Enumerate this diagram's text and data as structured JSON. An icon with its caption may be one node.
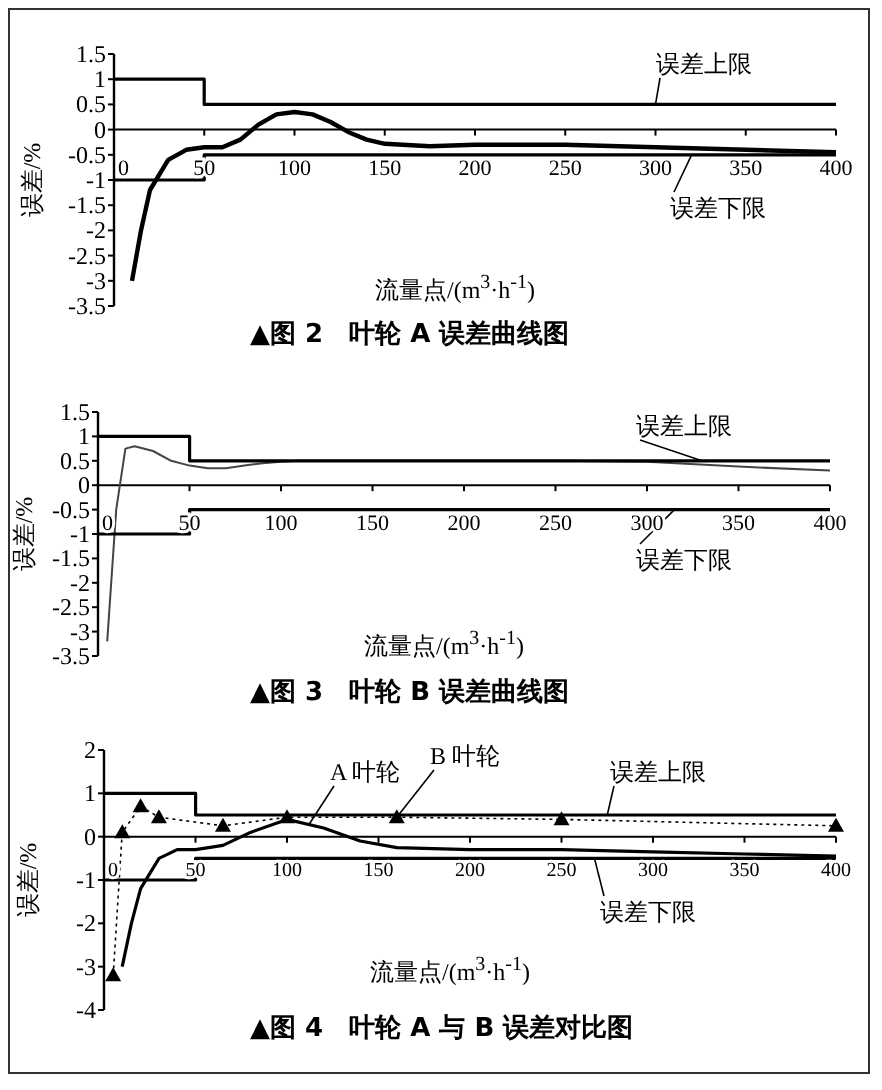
{
  "diagram": {
    "chart_data": [
      {
        "type": "line",
        "title": "▲图 2　叶轮 A 误差曲线图",
        "xlabel": "流量点/(m$^{3}$·h$^{-1}$)",
        "ylabel": "误差/%",
        "xlim": [
          0,
          400
        ],
        "ylim": [
          -3.5,
          1.5
        ],
        "xticks": [
          0,
          50,
          100,
          150,
          200,
          250,
          300,
          350,
          400
        ],
        "yticks": [
          -3.5,
          -3,
          -2.5,
          -2,
          -1.5,
          -1,
          -0.5,
          0,
          0.5,
          1,
          1.5
        ],
        "x": [
          0,
          5,
          10,
          15,
          20,
          30,
          40,
          50,
          50,
          60,
          70,
          80,
          90,
          100,
          110,
          120,
          130,
          140,
          150,
          175,
          200,
          250,
          300,
          350,
          400
        ],
        "series": [
          {
            "color": "#000000",
            "values": [
              null,
              null,
              -3,
              -2,
              -1.2,
              -0.6,
              -0.4,
              -0.35,
              -0.35,
              -0.35,
              -0.2,
              0.1,
              0.3,
              0.35,
              0.3,
              0.15,
              -0.05,
              -0.2,
              -0.28,
              -0.33,
              -0.3,
              -0.3,
              -0.35,
              -0.4,
              -0.45
            ]
          },
          {
            "name": "误差上限",
            "color": "#000000",
            "values": [
              1,
              1,
              1,
              1,
              1,
              1,
              1,
              1,
              0.5,
              0.5,
              0.5,
              0.5,
              0.5,
              0.5,
              0.5,
              0.5,
              0.5,
              0.5,
              0.5,
              0.5,
              0.5,
              0.5,
              0.5,
              0.5,
              0.5
            ]
          },
          {
            "name": "误差下限",
            "color": "#000000",
            "values": [
              -1,
              -1,
              -1,
              -1,
              -1,
              -1,
              -1,
              -1,
              -0.5,
              -0.5,
              -0.5,
              -0.5,
              -0.5,
              -0.5,
              -0.5,
              -0.5,
              -0.5,
              -0.5,
              -0.5,
              -0.5,
              -0.5,
              -0.5,
              -0.5,
              -0.5,
              -0.5
            ]
          }
        ]
      },
      {
        "type": "line",
        "title": "▲图 3　叶轮 B 误差曲线图",
        "xlabel": "流量点/(m$^{3}$·h$^{-1}$)",
        "ylabel": "误差/%",
        "xlim": [
          0,
          400
        ],
        "ylim": [
          -3.5,
          1.5
        ],
        "xticks": [
          0,
          50,
          100,
          150,
          200,
          250,
          300,
          350,
          400
        ],
        "yticks": [
          -3.5,
          -3,
          -2.5,
          -2,
          -1.5,
          -1,
          -0.5,
          0,
          0.5,
          1,
          1.5
        ],
        "x": [
          0,
          5,
          10,
          15,
          20,
          30,
          40,
          50,
          50,
          60,
          70,
          80,
          90,
          100,
          110,
          120,
          130,
          140,
          150,
          175,
          200,
          250,
          300,
          350,
          400
        ],
        "series": [
          {
            "color": "#444444",
            "values": [
              null,
              -3.2,
              -0.5,
              0.75,
              0.8,
              0.7,
              0.5,
              0.4,
              0.4,
              0.35,
              0.35,
              0.4,
              0.45,
              0.48,
              0.5,
              0.5,
              0.5,
              0.5,
              0.5,
              0.5,
              0.5,
              0.5,
              0.48,
              0.38,
              0.3
            ]
          },
          {
            "name": "误差上限",
            "color": "#000000",
            "values": [
              1,
              1,
              1,
              1,
              1,
              1,
              1,
              1,
              0.5,
              0.5,
              0.5,
              0.5,
              0.5,
              0.5,
              0.5,
              0.5,
              0.5,
              0.5,
              0.5,
              0.5,
              0.5,
              0.5,
              0.5,
              0.5,
              0.5
            ]
          },
          {
            "name": "误差下限",
            "color": "#000000",
            "values": [
              -1,
              -1,
              -1,
              -1,
              -1,
              -1,
              -1,
              -1,
              -0.5,
              -0.5,
              -0.5,
              -0.5,
              -0.5,
              -0.5,
              -0.5,
              -0.5,
              -0.5,
              -0.5,
              -0.5,
              -0.5,
              -0.5,
              -0.5,
              -0.5,
              -0.5,
              -0.5
            ]
          }
        ]
      },
      {
        "type": "line",
        "title": "▲图 4　叶轮 A 与 B 误差对比图",
        "xlabel": "流量点/(m$^{3}$·h$^{-1}$)",
        "ylabel": "误差/%",
        "xlim": [
          0,
          400
        ],
        "ylim": [
          -4,
          2
        ],
        "xticks": [
          0,
          50,
          100,
          150,
          200,
          250,
          300,
          350,
          400
        ],
        "yticks": [
          -4,
          -3,
          -2,
          -1,
          0,
          1,
          2
        ],
        "x": [
          0,
          5,
          10,
          15,
          20,
          30,
          40,
          50,
          50,
          65,
          80,
          100,
          120,
          140,
          160,
          200,
          250,
          300,
          350,
          400
        ],
        "series": [
          {
            "name": "A 叶轮",
            "color": "#000000",
            "values": [
              null,
              null,
              -3,
              -2,
              -1.2,
              -0.5,
              -0.3,
              -0.3,
              -0.3,
              -0.2,
              0.1,
              0.4,
              0.2,
              -0.1,
              -0.25,
              -0.3,
              -0.3,
              -0.35,
              -0.4,
              -0.45
            ]
          },
          {
            "name": "B 叶轮",
            "color": "#000000",
            "line_style": "dashed",
            "marker": "triangle",
            "values": [
              null,
              -3.2,
              0.1,
              null,
              0.7,
              0.45,
              null,
              null,
              null,
              0.25,
              null,
              0.45,
              null,
              null,
              0.45,
              null,
              0.4,
              null,
              null,
              0.25
            ]
          },
          {
            "name": "误差上限",
            "color": "#000000",
            "values": [
              1,
              1,
              1,
              1,
              1,
              1,
              1,
              1,
              0.5,
              0.5,
              0.5,
              0.5,
              0.5,
              0.5,
              0.5,
              0.5,
              0.5,
              0.5,
              0.5,
              0.5
            ]
          },
          {
            "name": "误差下限",
            "color": "#000000",
            "values": [
              -1,
              -1,
              -1,
              -1,
              -1,
              -1,
              -1,
              -1,
              -0.5,
              -0.5,
              -0.5,
              -0.5,
              -0.5,
              -0.5,
              -0.5,
              -0.5,
              -0.5,
              -0.5,
              -0.5,
              -0.5
            ]
          }
        ]
      }
    ]
  }
}
